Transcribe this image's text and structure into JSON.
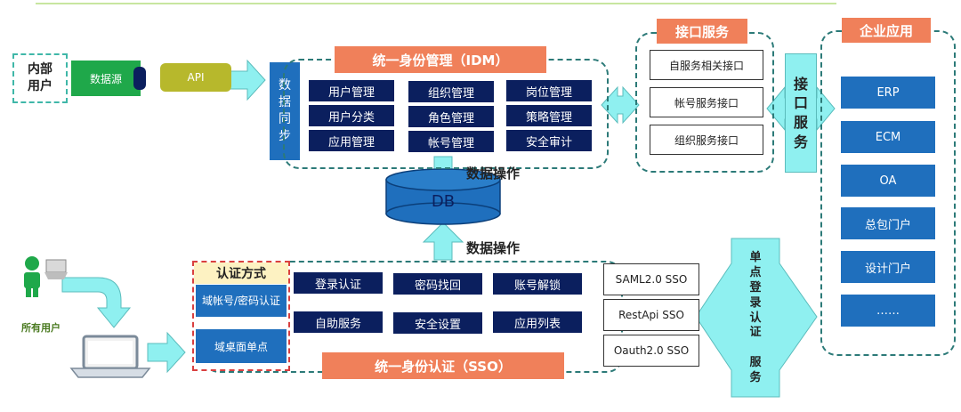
{
  "colors": {
    "navy": "#0b1f5e",
    "blue": "#1f6fbd",
    "cyan": "#8ff0f0",
    "orange": "#f0805a",
    "green": "#1fa84a",
    "olive": "#b7b82c",
    "teal_border": "#2c7a78"
  },
  "left_top": {
    "internal_users": "内部\n用户",
    "data_source": "数据源",
    "api": "API"
  },
  "data_sync": "数\n据\n同\n步",
  "idm": {
    "title": "统一身份管理（IDM）",
    "items": [
      "用户管理",
      "组织管理",
      "岗位管理",
      "用户分类",
      "角色管理",
      "策略管理",
      "应用管理",
      "帐号管理",
      "安全审计"
    ]
  },
  "interface": {
    "title": "接口服务",
    "items": [
      "自服务相关接口",
      "帐号服务接口",
      "组织服务接口"
    ],
    "vertical_label": "接\n口\n服\n务"
  },
  "enterprise": {
    "title": "企业应用",
    "apps": [
      "ERP",
      "ECM",
      "OA",
      "总包门户",
      "设计门户",
      "……"
    ]
  },
  "db": {
    "label": "DB",
    "op_top": "数据操作",
    "op_bottom": "数据操作"
  },
  "users": {
    "all_users": "所有用户"
  },
  "auth": {
    "title": "认证方式",
    "domain_pwd": "域帐号/密码认证",
    "domain_desktop": "域桌面单点"
  },
  "sso": {
    "title": "统一身份认证（SSO）",
    "items": [
      "登录认证",
      "密码找回",
      "账号解锁",
      "自助服务",
      "安全设置",
      "应用列表"
    ],
    "protocols": [
      "SAML2.0  SSO",
      "RestApi  SSO",
      "Oauth2.0 SSO"
    ]
  },
  "sso_service": "单\n点\n登\n录\n认\n证\n \n服\n务"
}
